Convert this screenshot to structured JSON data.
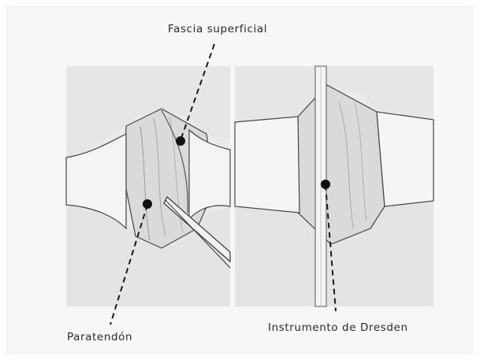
{
  "labels": {
    "fascia": "Fascia superficial",
    "paratendon": "Paratendón",
    "dresden": "Instrumento de Dresden"
  },
  "colors": {
    "frame": "#f7f7f7",
    "panel": "#ebebeb",
    "line": "#1a1a1a",
    "tissue": "#e2dfdd"
  }
}
